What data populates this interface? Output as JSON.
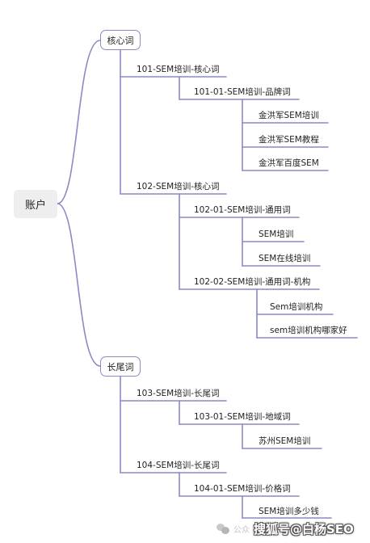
{
  "root": {
    "label": "账户"
  },
  "branches": [
    {
      "label": "核心词",
      "groups": [
        {
          "label": "101-SEM培训-核心词",
          "subgroups": [
            {
              "label": "101-01-SEM培训-品牌词",
              "keywords": [
                "金洪军SEM培训",
                "金洪军SEM教程",
                "金洪军百度SEM"
              ]
            }
          ]
        },
        {
          "label": "102-SEM培训-核心词",
          "subgroups": [
            {
              "label": "102-01-SEM培训-通用词",
              "keywords": [
                "SEM培训",
                "SEM在线培训"
              ]
            },
            {
              "label": "102-02-SEM培训-通用词-机构",
              "keywords": [
                "Sem培训机构",
                "sem培训机构哪家好"
              ]
            }
          ]
        }
      ]
    },
    {
      "label": "长尾词",
      "groups": [
        {
          "label": "103-SEM培训-长尾词",
          "subgroups": [
            {
              "label": "103-01-SEM培训-地域词",
              "keywords": [
                "苏州SEM培训"
              ]
            }
          ]
        },
        {
          "label": "104-SEM培训-长尾词",
          "subgroups": [
            {
              "label": "104-01-SEM培训-价格词",
              "keywords": [
                "SEM培训多少钱"
              ]
            }
          ]
        }
      ]
    }
  ],
  "watermark": {
    "prefix": "公众",
    "text": "搜狐号@白杨SEO"
  },
  "colors": {
    "line": "#8a8ac6",
    "root_bg": "#eeeeee"
  }
}
